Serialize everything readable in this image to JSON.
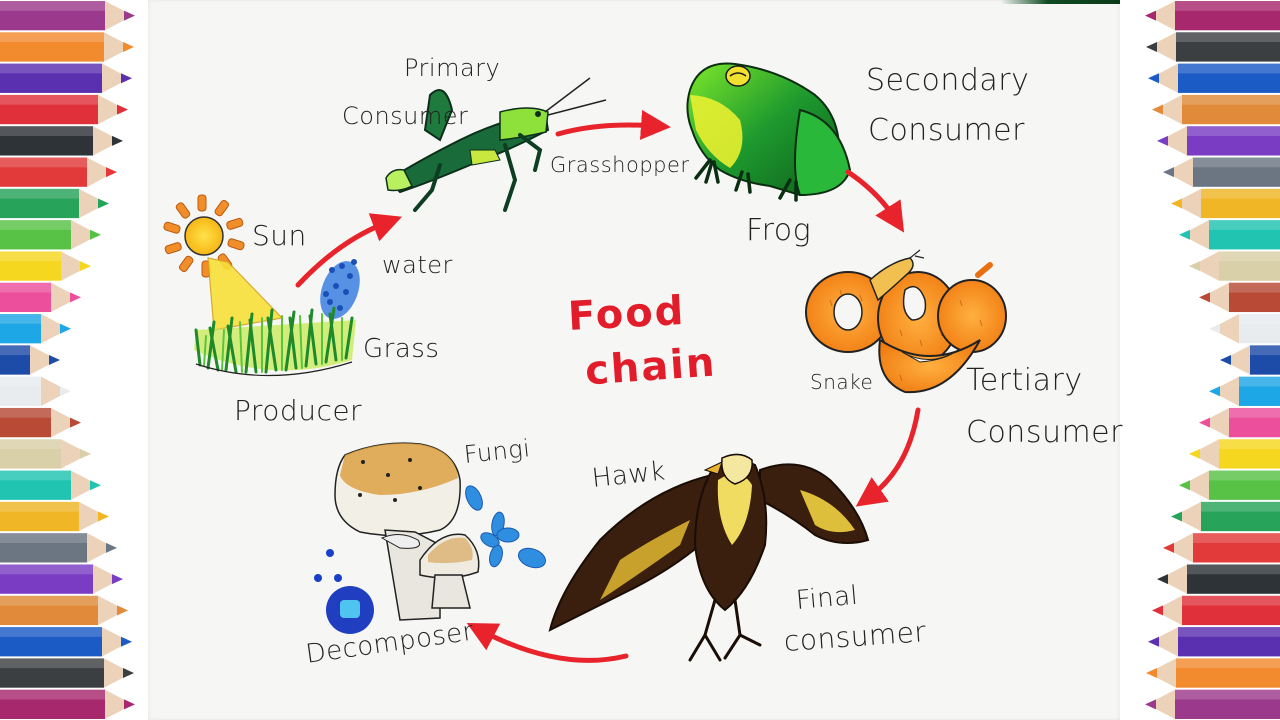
{
  "diagram": {
    "title_line1": "Food",
    "title_line2": "chain",
    "title_color": "#e21d2b",
    "arrow_color": "#e8232b",
    "nodes": {
      "producer": {
        "organism": "Grass",
        "role": "Producer",
        "inputs": [
          "Sun",
          "water"
        ]
      },
      "primary": {
        "organism": "Grasshopper",
        "role_line1": "Primary",
        "role_line2": "Consumer"
      },
      "secondary": {
        "organism": "Frog",
        "role_line1": "Secondary",
        "role_line2": "Consumer"
      },
      "tertiary": {
        "organism": "Snake",
        "role_line1": "Tertiary",
        "role_line2": "Consumer"
      },
      "final": {
        "organism": "Hawk",
        "role_line1": "Final",
        "role_line2": "consumer"
      },
      "decomposer": {
        "organism": "Fungi",
        "role": "Decomposer"
      }
    },
    "flow": [
      "Grass → Grasshopper",
      "Grasshopper → Frog",
      "Frog → Snake",
      "Snake → Hawk",
      "Hawk → Decomposer"
    ]
  },
  "border": {
    "left_pencil_colors": [
      "#9b3a8c",
      "#f28a2e",
      "#5a2fb0",
      "#e0303a",
      "#2e3338",
      "#e23a3a",
      "#27a35a",
      "#58c247",
      "#f6d71f",
      "#ec4f9c",
      "#1ea7e6",
      "#1d4ba8",
      "#e8ecef",
      "#b84a36",
      "#d9cfa8",
      "#20c4b0",
      "#f0b625",
      "#6b7682",
      "#7b3cc4",
      "#e08a3a",
      "#1b5bc6",
      "#3c3f42",
      "#a8286e"
    ],
    "right_pencil_colors": [
      "#a8286e",
      "#3c3f42",
      "#1b5bc6",
      "#e08a3a",
      "#7b3cc4",
      "#6b7682",
      "#f0b625",
      "#20c4b0",
      "#d9cfa8",
      "#b84a36",
      "#e8ecef",
      "#1d4ba8",
      "#1ea7e6",
      "#ec4f9c",
      "#f6d71f",
      "#58c247",
      "#27a35a",
      "#e23a3a",
      "#2e3338",
      "#e0303a",
      "#5a2fb0",
      "#f28a2e",
      "#9b3a8c"
    ]
  }
}
